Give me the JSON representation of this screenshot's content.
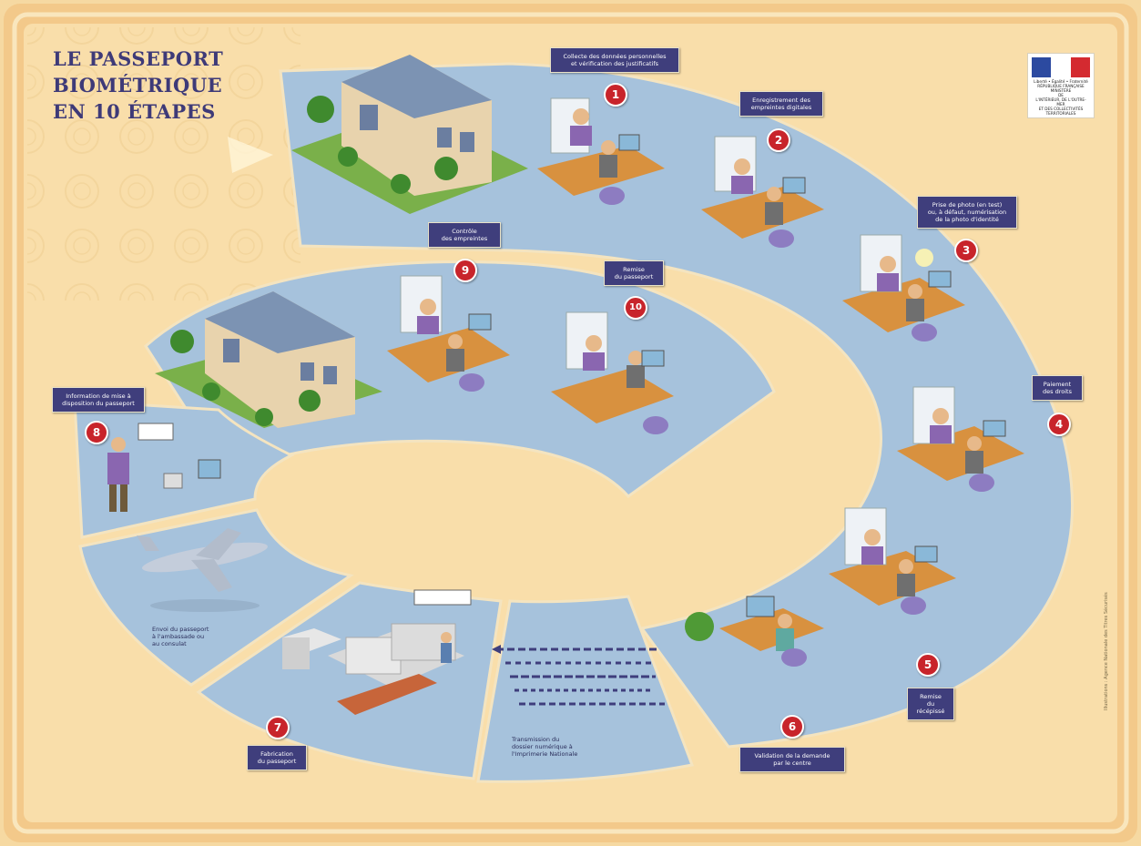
{
  "title": {
    "line1": "LE PASSEPORT",
    "line2": "BIOMÉTRIQUE",
    "line3": "EN 10 ÉTAPES"
  },
  "logo": {
    "text": "Liberté • Égalité • Fraternité\nRÉPUBLIQUE FRANÇAISE\nMINISTÈRE\nDE\nL'INTÉRIEUR, DE L'OUTRE-MER\nET DES COLLECTIVITÉS TERRITORIALES"
  },
  "steps": [
    {
      "number": "1",
      "label": "Collecte des données personnelles\net vérification des justificatifs"
    },
    {
      "number": "2",
      "label": "Enregistrement des\nempreintes digitales"
    },
    {
      "number": "3",
      "label": "Prise de photo (en test)\nou, à défaut, numérisation\nde la photo d'identité"
    },
    {
      "number": "4",
      "label": "Paiement\ndes droits"
    },
    {
      "number": "5",
      "label": "Remise du\nrécépissé"
    },
    {
      "number": "6",
      "label": "Validation de la demande\npar le centre"
    },
    {
      "number": "7",
      "label": "Fabrication\ndu passeport"
    },
    {
      "number": "8",
      "label": "Information de mise à\ndisposition du passeport"
    },
    {
      "number": "9",
      "label": "Contrôle\ndes empreintes"
    },
    {
      "number": "10",
      "label": "Remise\ndu passeport"
    }
  ],
  "captions": {
    "transmission": "Transmission du\ndossier numérique à\nl'Imprimerie Nationale",
    "envoi": "Envoi du passeport\nà l'ambassade ou\nau consulat"
  },
  "credit": "Illustrations : Agence Nationale des Titres Sécurisés",
  "colors": {
    "background": "#f6d9a2",
    "segment": "#a6c2dc",
    "label_bg": "#3f3e7c",
    "badge": "#c8242b"
  }
}
